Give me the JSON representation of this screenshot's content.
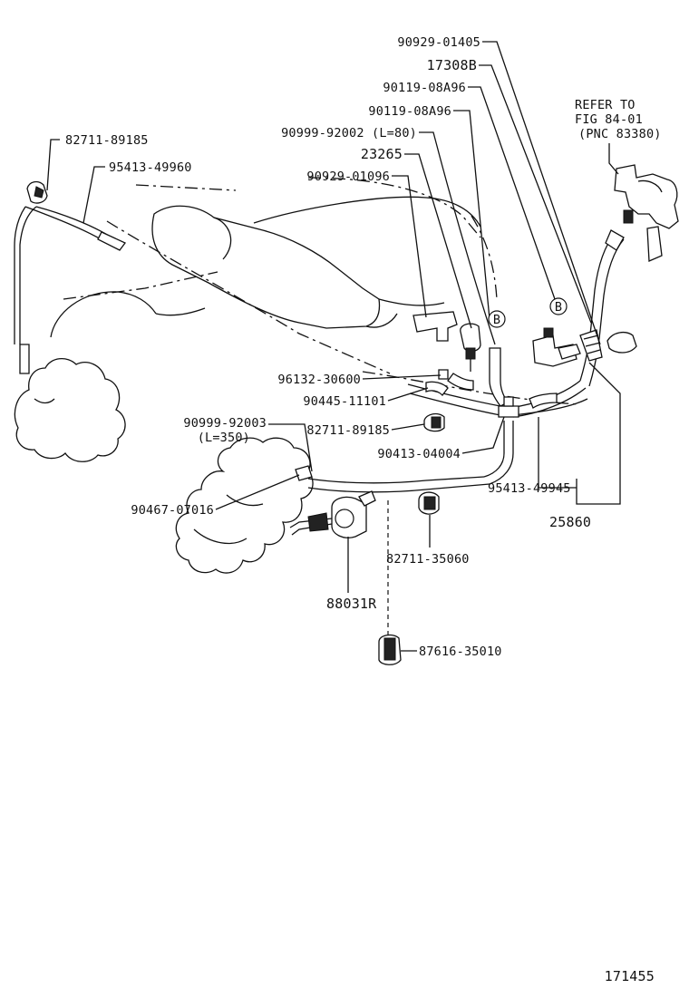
{
  "diagram": {
    "labels": {
      "p90929_01405": "90929-01405",
      "p17308B": "17308B",
      "p90119_08A96_a": "90119-08A96",
      "p90119_08A96_b": "90119-08A96",
      "p90999_92002": "90999-92002 (L=80)",
      "p23265": "23265",
      "p90929_01096": "90929-01096",
      "p82711_89185_a": "82711-89185",
      "p95413_49960": "95413-49960",
      "p96132_30600": "96132-30600",
      "p90445_11101": "90445-11101",
      "p90999_92003": "90999-92003",
      "p90999_92003_len": "(L=350)",
      "p82711_89185_b": "82711-89185",
      "p90413_04004": "90413-04004",
      "p90467_07016": "90467-07016",
      "p95413_49945": "95413-49945",
      "p25860": "25860",
      "p82711_35060": "82711-35060",
      "p88031R": "88031R",
      "p87616_35010": "87616-35010",
      "ref_line1": "REFER TO",
      "ref_line2": "FIG 84-01",
      "ref_line3": "(PNC 83380)",
      "marker_b1": "B",
      "marker_b2": "B",
      "figure_number": "171455"
    }
  }
}
